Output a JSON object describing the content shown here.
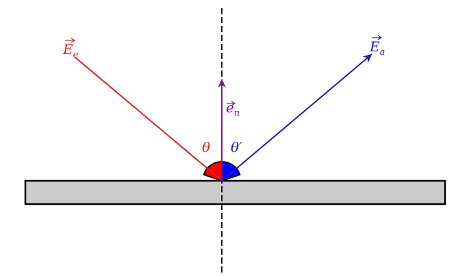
{
  "diagram": {
    "incident_label": {
      "letter": "E",
      "subscript": "e"
    },
    "reflected_label": {
      "letter": "E",
      "subscript": "a"
    },
    "normal_label": {
      "letter": "e",
      "subscript": "n"
    },
    "incident_angle_label": "θ",
    "reflected_angle_label": "θ′",
    "colors": {
      "incident": "#e02020",
      "reflected": "#1a1acc",
      "normal": "#7a1a8a",
      "surface_fill": "#cccccc",
      "surface_stroke": "#000000"
    }
  }
}
